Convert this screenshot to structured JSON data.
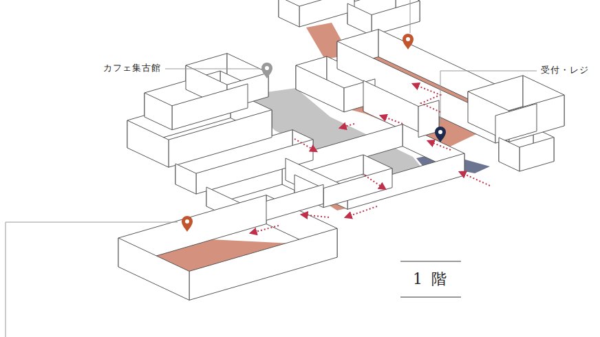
{
  "diagram": {
    "title": "1 階",
    "labels": [
      "カフェ集古館",
      "受付・レジ"
    ]
  }
}
